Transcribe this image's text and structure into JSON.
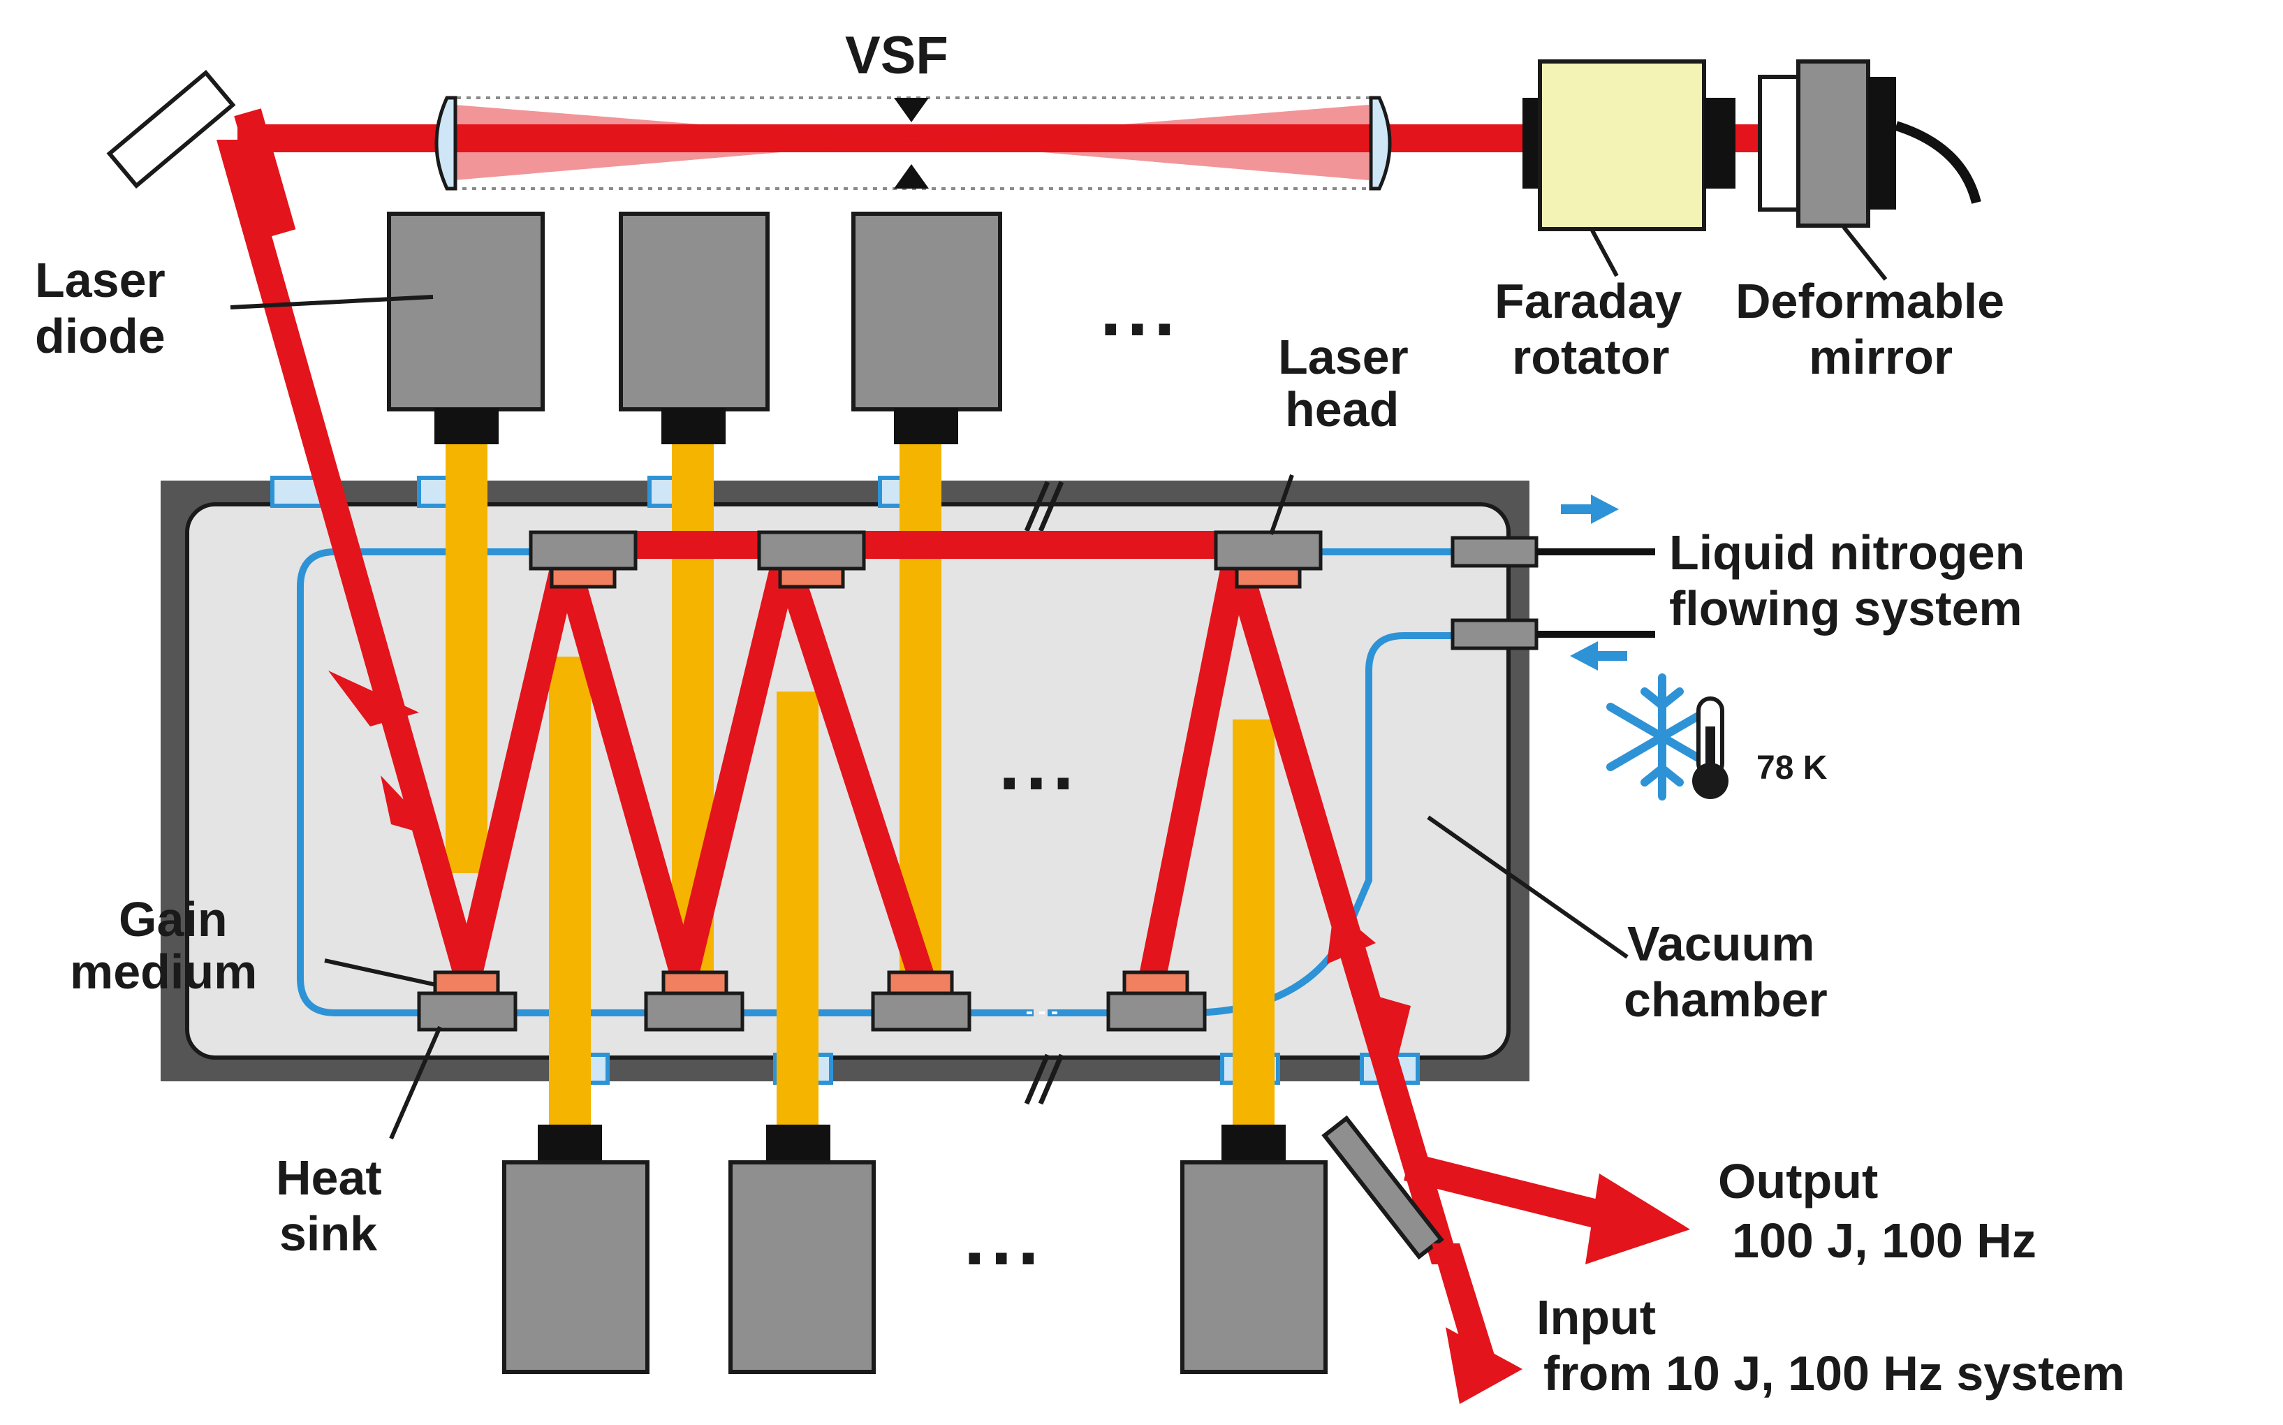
{
  "labels": {
    "vsf": "VSF",
    "laser_diode_line1": "Laser",
    "laser_diode_line2": "diode",
    "faraday_line1": "Faraday",
    "faraday_line2": "rotator",
    "deformable_line1": "Deformable",
    "deformable_line2": "mirror",
    "laser_head_line1": "Laser",
    "laser_head_line2": "head",
    "ln2_line1": "Liquid nitrogen",
    "ln2_line2": "flowing system",
    "temperature": "78 K",
    "gain_line1": "Gain",
    "gain_line2": "medium",
    "vacuum_line1": "Vacuum",
    "vacuum_line2": "chamber",
    "heat_sink_line1": "Heat",
    "heat_sink_line2": "sink",
    "output_line1": "Output",
    "output_line2": "100 J, 100 Hz",
    "input_line1": "Input",
    "input_line2": "from 10 J, 100 Hz system",
    "ellipsis": "..."
  },
  "colors": {
    "laser_beam": "#e3141b",
    "pump_light": "#f5b400",
    "coolant_line": "#2e93d6",
    "chamber_frame": "#555555",
    "chamber_interior": "#e4e4e4",
    "diode_body": "#8f8f8f",
    "gain_medium": "#f08060",
    "faraday_body": "#f3f3b5"
  },
  "icons": [
    "snowflake-icon",
    "thermometer-icon",
    "arrow-right-icon",
    "arrow-left-icon"
  ]
}
